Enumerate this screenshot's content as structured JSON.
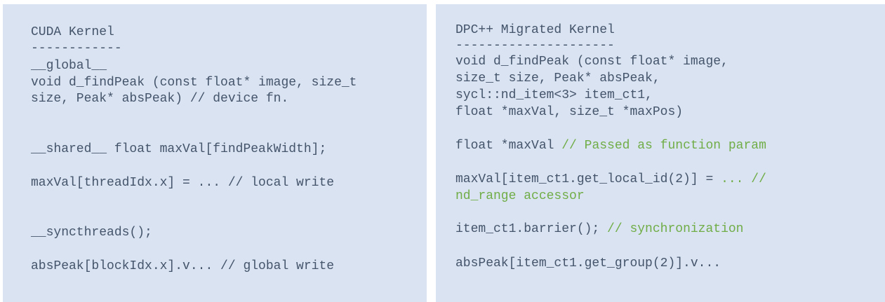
{
  "left_panel": {
    "title": "CUDA Kernel",
    "underline": "------------",
    "lines": [
      "__global__",
      "void d_findPeak (const float* image, size_t",
      "size, Peak* absPeak) // device fn.",
      "__shared__ float maxVal[findPeakWidth];",
      "maxVal[threadIdx.x] = ... // local write",
      "__syncthreads();",
      "absPeak[blockIdx.x].v... // global write"
    ]
  },
  "right_panel": {
    "title": "DPC++ Migrated Kernel",
    "underline": "---------------------",
    "lines": [
      "void d_findPeak (const float* image,",
      "size_t size, Peak* absPeak,",
      "sycl::nd_item<3> item_ct1,",
      "float *maxVal, size_t *maxPos)",
      "float *maxVal ",
      "maxVal[item_ct1.get_local_id(2)] = ",
      "item_ct1.barrier(); ",
      "absPeak[item_ct1.get_group(2)].v..."
    ],
    "comments": [
      "// Passed as function param",
      "... //",
      "nd_range accessor",
      "// synchronization"
    ]
  },
  "colors": {
    "panel_bg": "#dae3f2",
    "code_text": "#44546a",
    "comment_text": "#70ad47"
  }
}
